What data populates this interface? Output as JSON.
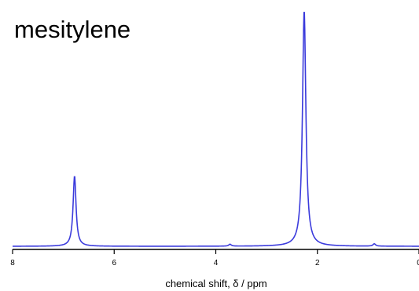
{
  "chart_data": {
    "type": "line",
    "title": "mesitylene",
    "xlabel": "chemical shift, δ / ppm",
    "ylabel": "",
    "x_reversed": true,
    "xlim": [
      8,
      0
    ],
    "ylim": [
      0,
      1.02
    ],
    "x_ticks": [
      8,
      6,
      4,
      2,
      0
    ],
    "x_tick_labels": [
      "8",
      "6",
      "4",
      "2",
      "0"
    ],
    "grid": false,
    "series_color": "#3b3bdc",
    "peaks": [
      {
        "shift": 6.78,
        "height": 0.298,
        "width": 0.035
      },
      {
        "shift": 2.26,
        "height": 1.0,
        "width": 0.04
      },
      {
        "shift": 3.72,
        "height": 0.008,
        "width": 0.03
      },
      {
        "shift": 0.88,
        "height": 0.01,
        "width": 0.03
      }
    ]
  }
}
